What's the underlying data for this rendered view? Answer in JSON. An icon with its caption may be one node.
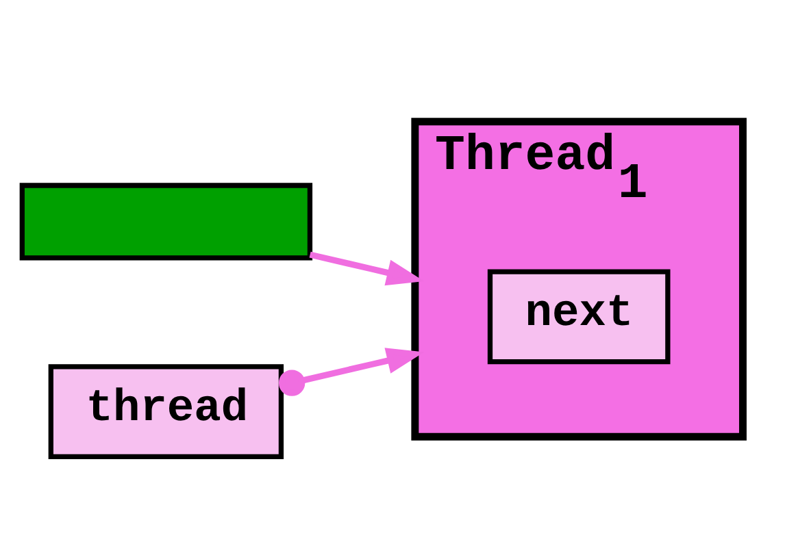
{
  "diagram": {
    "nodes": [
      {
        "text": [],
        "shape": "box"
      },
      {
        "text": [
          "Thread$_{1}$"
        ]
      },
      {
        "text": [
          "next"
        ],
        "in": 1
      },
      {
        "text": [
          "thread"
        ]
      }
    ],
    "edges": [
      {
        "from": 0,
        "to": 1,
        "arrow": "to"
      },
      {
        "from": 3,
        "to": 1,
        "arrow": "to"
      }
    ]
  }
}
